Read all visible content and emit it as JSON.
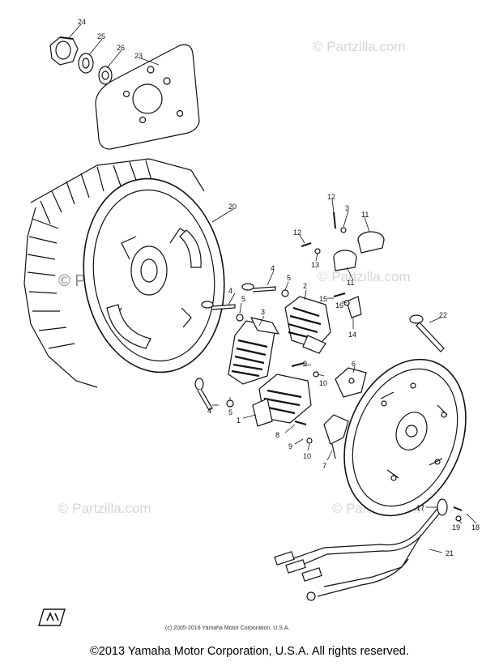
{
  "watermark": "© Partzilla.com",
  "inner_copyright": "(c) 2005-2016 Yamaha Motor Corporation, U.S.A.",
  "footer_copyright": "©2013 Yamaha Motor Corporation, U.S.A. All rights reserved.",
  "brand_mark": "YAMAHA",
  "callouts": [
    "24",
    "25",
    "26",
    "23",
    "20",
    "12",
    "3",
    "11",
    "12",
    "13",
    "11",
    "4",
    "4",
    "5",
    "5",
    "3",
    "2",
    "15",
    "16",
    "14",
    "22",
    "9",
    "10",
    "6",
    "4",
    "5",
    "1",
    "8",
    "9",
    "10",
    "7",
    "17",
    "19",
    "18",
    "21"
  ]
}
